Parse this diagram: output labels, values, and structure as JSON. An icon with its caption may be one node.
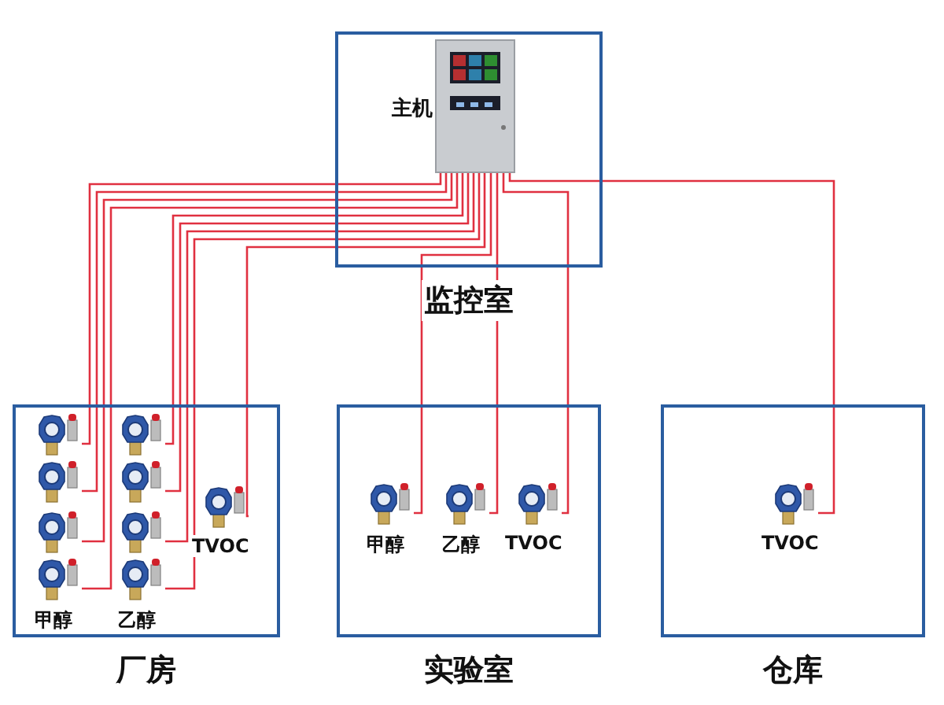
{
  "diagram": {
    "nodes": [
      {
        "text": [
          "监控室"
        ]
      },
      {
        "text": [
          "主机"
        ],
        "in": 0
      },
      {
        "text": [
          "厂房"
        ]
      },
      {
        "text": [
          "实验室"
        ]
      },
      {
        "text": [
          "仓库"
        ]
      },
      {
        "text": [],
        "shape": "picture",
        "in": 2
      },
      {
        "text": [],
        "shape": "picture",
        "in": 2
      },
      {
        "text": [],
        "shape": "picture",
        "in": 2
      },
      {
        "text": [],
        "shape": "picture",
        "in": 2,
        "beside": [
          "甲醇"
        ]
      },
      {
        "text": [],
        "shape": "picture",
        "in": 2
      },
      {
        "text": [],
        "shape": "picture",
        "in": 2
      },
      {
        "text": [],
        "shape": "picture",
        "in": 2
      },
      {
        "text": [],
        "shape": "picture",
        "in": 2,
        "beside": [
          "乙醇"
        ]
      },
      {
        "text": [],
        "shape": "picture",
        "in": 2,
        "beside": [
          "TVOC"
        ]
      },
      {
        "text": [],
        "shape": "picture",
        "in": 3,
        "beside": [
          "甲醇"
        ]
      },
      {
        "text": [],
        "shape": "picture",
        "in": 3,
        "beside": [
          "乙醇"
        ]
      },
      {
        "text": [],
        "shape": "picture",
        "in": 3,
        "beside": [
          "TVOC"
        ]
      },
      {
        "text": [],
        "shape": "picture",
        "in": 4,
        "beside": [
          "TVOC"
        ]
      }
    ],
    "edges": [
      {
        "from": 1,
        "to": 5,
        "arrow": "none"
      },
      {
        "from": 1,
        "to": 6,
        "arrow": "none"
      },
      {
        "from": 1,
        "to": 7,
        "arrow": "none"
      },
      {
        "from": 1,
        "to": 8,
        "arrow": "none"
      },
      {
        "from": 1,
        "to": 9,
        "arrow": "none"
      },
      {
        "from": 1,
        "to": 10,
        "arrow": "none"
      },
      {
        "from": 1,
        "to": 11,
        "arrow": "none"
      },
      {
        "from": 1,
        "to": 12,
        "arrow": "none"
      },
      {
        "from": 1,
        "to": 13,
        "arrow": "none"
      },
      {
        "from": 1,
        "to": 14,
        "arrow": "none"
      },
      {
        "from": 1,
        "to": 15,
        "arrow": "none"
      },
      {
        "from": 1,
        "to": 16,
        "arrow": "none"
      },
      {
        "from": 1,
        "to": 17,
        "arrow": "none"
      }
    ]
  }
}
